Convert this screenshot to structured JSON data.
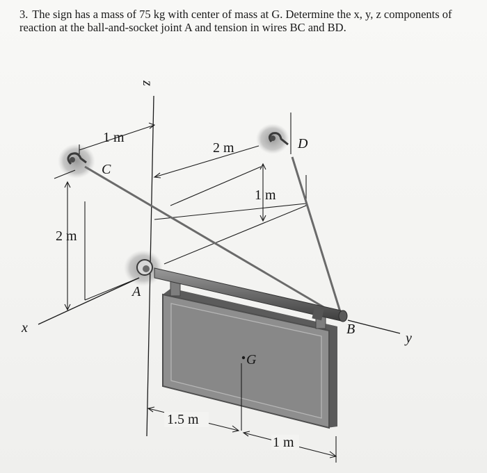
{
  "problem": {
    "number": "3.",
    "text": "The sign has a mass of 75 kg with center of mass at G. Determine the x, y, z components of reaction at the ball-and-socket joint A and tension in wires BC and BD."
  },
  "figure": {
    "points": {
      "A": "A",
      "B": "B",
      "C": "C",
      "D": "D",
      "G": "G"
    },
    "axes": {
      "x": "x",
      "y": "y",
      "z": "z"
    },
    "dimensions": {
      "top_offset": "1 m",
      "top_span": "2 m",
      "d_drop": "1 m",
      "c_height": "2 m",
      "bottom_left": "1.5 m",
      "bottom_right": "1 m"
    },
    "colors": {
      "sign_face": "#8b8b8b",
      "sign_border": "#555555",
      "wire": "#6a6a6a",
      "shadow": "#9a9a9a"
    }
  }
}
